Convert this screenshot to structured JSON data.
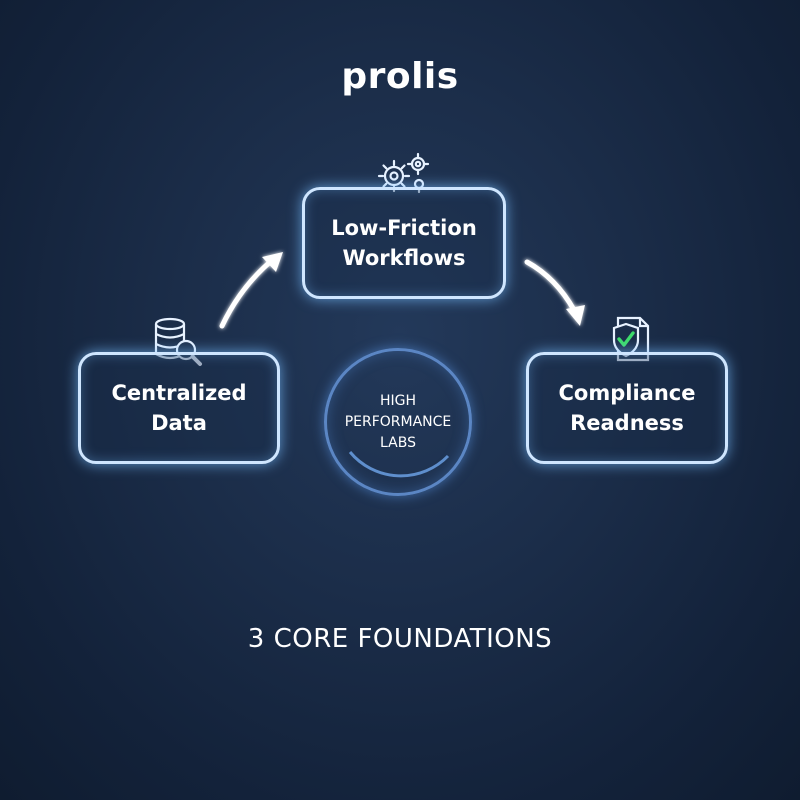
{
  "logo": {
    "text": "prolis"
  },
  "nodes": {
    "top": {
      "label": "Low-Friction\nWorkflows",
      "icon": "gears-icon"
    },
    "left": {
      "label": "Centralized\nData",
      "icon": "database-search-icon"
    },
    "right": {
      "label": "Compliance\nReadness",
      "icon": "shield-check-document-icon"
    }
  },
  "center": {
    "label": "HIGH\nPERFORMANCE\nLABS"
  },
  "footer": {
    "text": "3 CORE FOUNDATIONS"
  },
  "colors": {
    "background": "#1b2d49",
    "box_border": "#cfe6ff",
    "glow": "#78beff",
    "circle_border": "#5b86c4",
    "check": "#3ddc6a"
  }
}
